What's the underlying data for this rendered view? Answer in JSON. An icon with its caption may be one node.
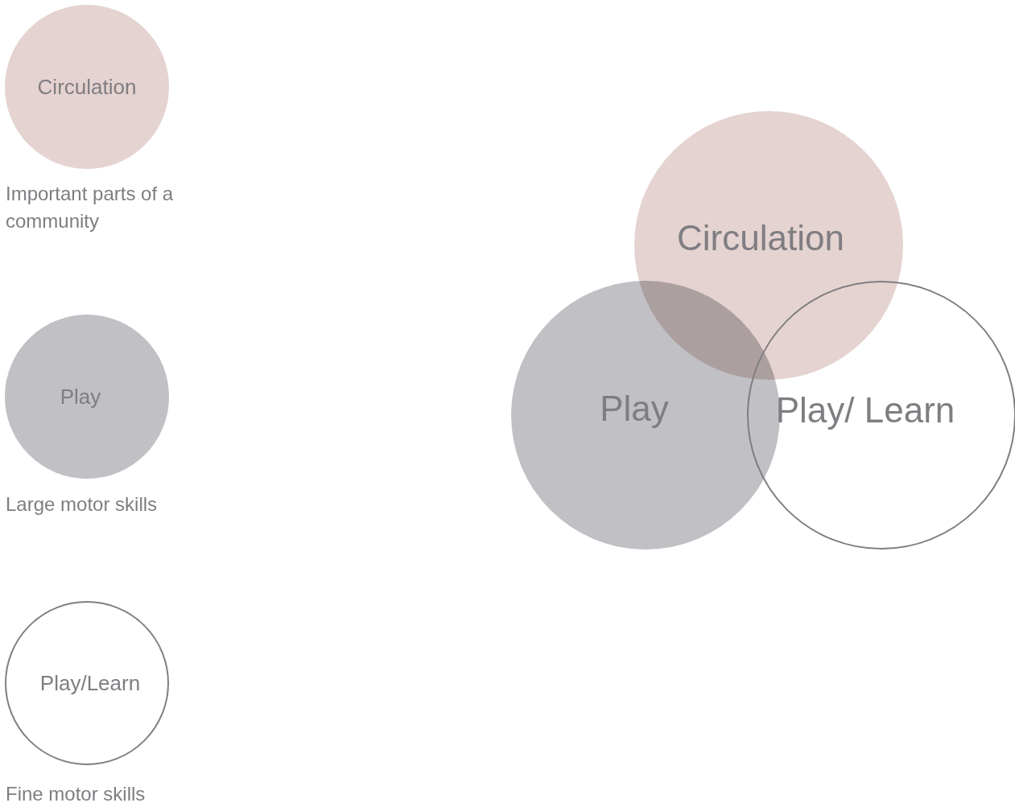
{
  "diagram": {
    "nodes": [
      {
        "text": [
          "Circulation"
        ],
        "beside": [
          "Important parts of a community"
        ]
      },
      {
        "text": [
          "Play"
        ],
        "beside": [
          "Large motor skills"
        ]
      },
      {
        "text": [
          "Play/Learn"
        ],
        "beside": [
          "Fine motor skills"
        ]
      },
      {
        "text": [
          "Circulation"
        ]
      },
      {
        "text": [
          "Play"
        ]
      },
      {
        "text": [
          "Play/ Learn"
        ]
      }
    ]
  }
}
